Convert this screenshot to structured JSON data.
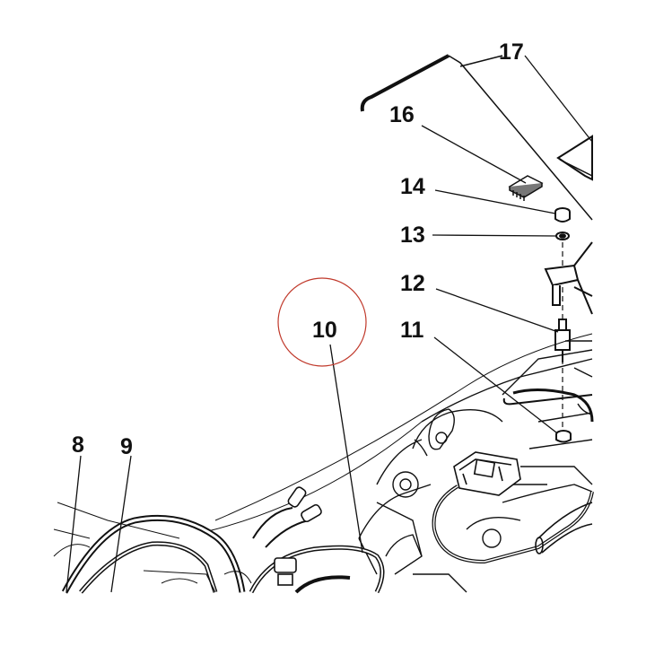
{
  "diagram": {
    "callouts": [
      {
        "id": "c17",
        "label": "17"
      },
      {
        "id": "c16",
        "label": "16"
      },
      {
        "id": "c14",
        "label": "14"
      },
      {
        "id": "c13",
        "label": "13"
      },
      {
        "id": "c12",
        "label": "12"
      },
      {
        "id": "c11",
        "label": "11"
      },
      {
        "id": "c10",
        "label": "10"
      },
      {
        "id": "c9",
        "label": "9"
      },
      {
        "id": "c8",
        "label": "8"
      }
    ],
    "highlighted_callout": "10",
    "colors": {
      "line": "#111111",
      "highlight_circle": "#c0392b",
      "background": "#ffffff"
    }
  }
}
